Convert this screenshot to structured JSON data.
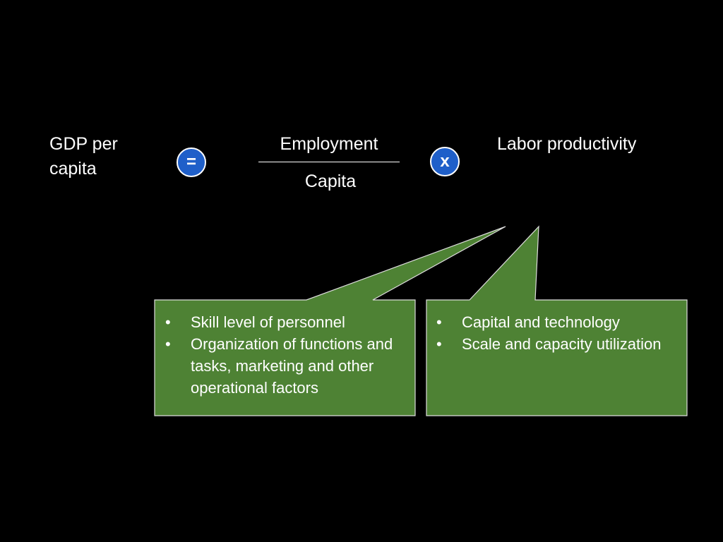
{
  "formula": {
    "left_term": "GDP per capita",
    "operator_equals": "=",
    "numerator": "Employment",
    "denominator": "Capita",
    "operator_times": "x",
    "right_term": "Labor productivity"
  },
  "callouts": [
    {
      "bullets": [
        "Skill level of personnel",
        "Organization of functions and tasks, marketing and other operational factors"
      ]
    },
    {
      "bullets": [
        "Capital and technology",
        "Scale and capacity utilization"
      ]
    }
  ],
  "bullet_symbol": "•",
  "colors": {
    "background": "#000000",
    "text": "#ffffff",
    "callout_fill": "#4e8234",
    "callout_border": "#dddddd",
    "operator_fill": "#1f5fc9"
  }
}
